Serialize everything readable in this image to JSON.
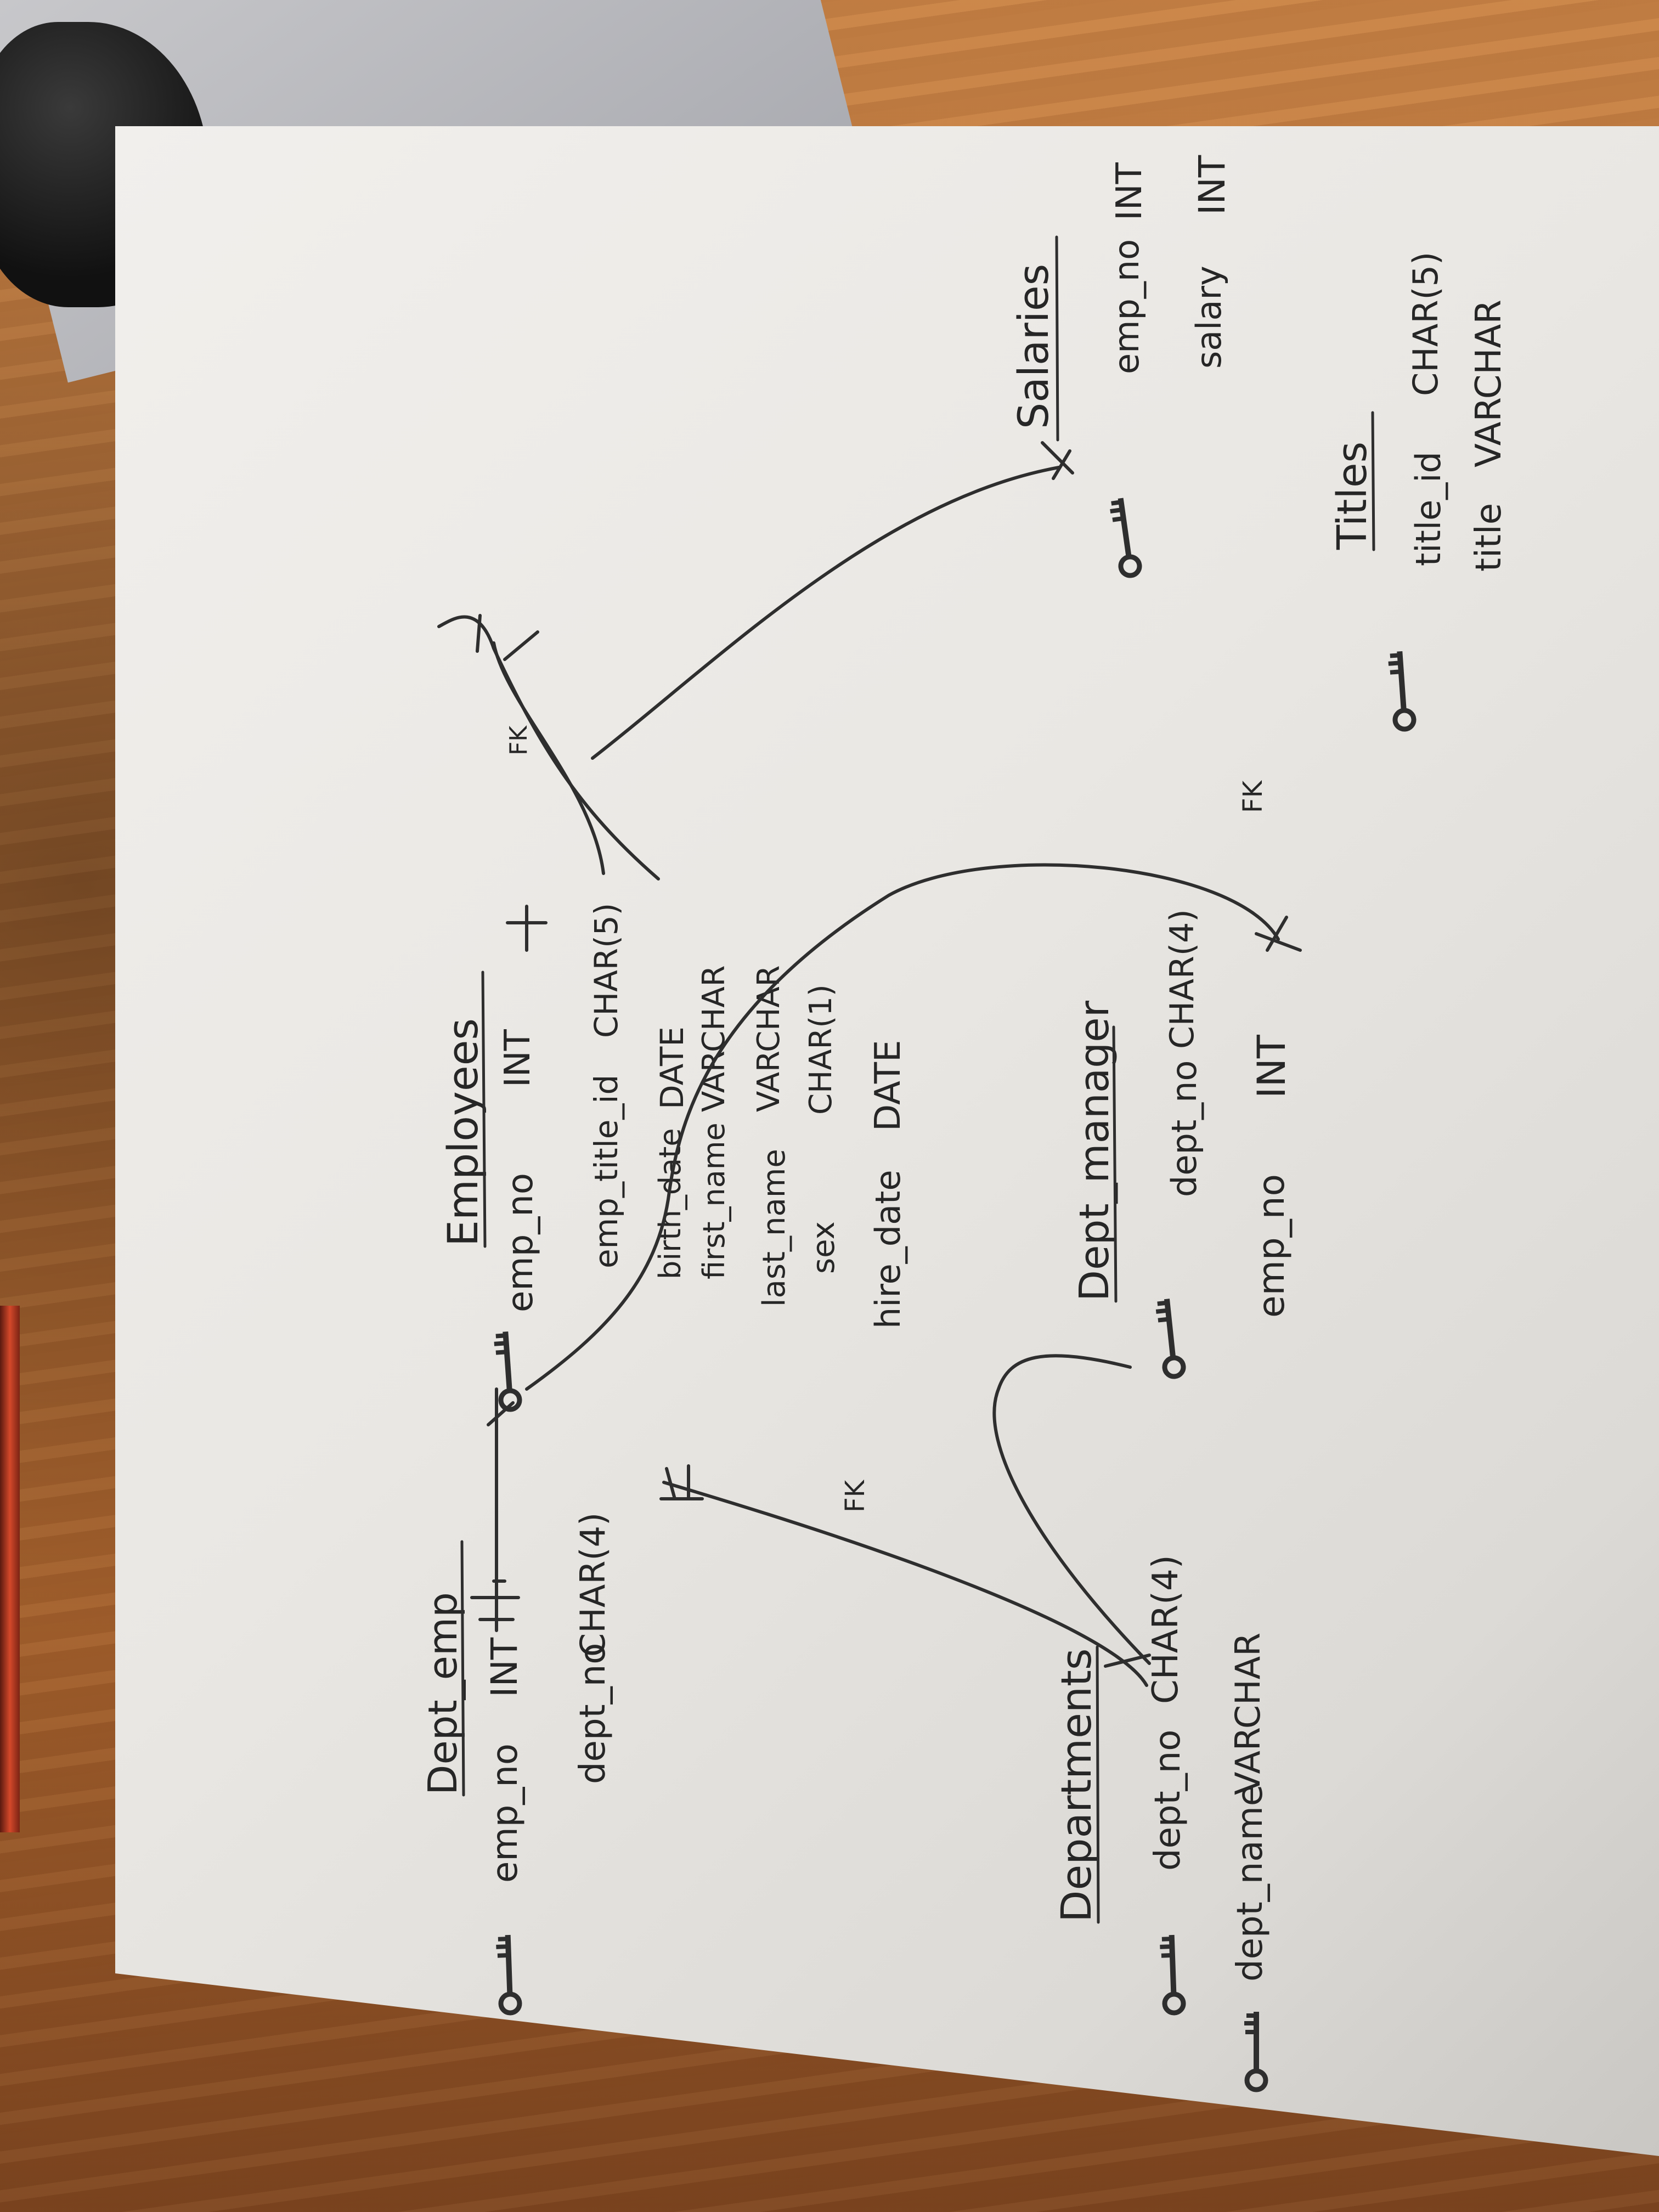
{
  "entities": {
    "dept_emp": {
      "title": "Dept_emp",
      "fields": [
        {
          "name": "emp_no",
          "type": "INT"
        },
        {
          "name": "dept_no",
          "type": "CHAR(4)"
        }
      ]
    },
    "departments": {
      "title": "Departments",
      "fields": [
        {
          "name": "dept_no",
          "type": "CHAR(4)"
        },
        {
          "name": "dept_name",
          "type": "VARCHAR"
        }
      ]
    },
    "employees": {
      "title": "Employees",
      "fields": [
        {
          "name": "emp_no",
          "type": "INT"
        },
        {
          "name": "emp_title_id",
          "type": "CHAR(5)"
        },
        {
          "name": "birth_date",
          "type": "DATE"
        },
        {
          "name": "first_name",
          "type": "VARCHAR"
        },
        {
          "name": "last_name",
          "type": "VARCHAR"
        },
        {
          "name": "sex",
          "type": "CHAR(1)"
        },
        {
          "name": "hire_date",
          "type": "DATE"
        }
      ]
    },
    "dept_manager": {
      "title": "Dept_manager",
      "fields": [
        {
          "name": "dept_no",
          "type": "CHAR(4)"
        },
        {
          "name": "emp_no",
          "type": "INT"
        }
      ]
    },
    "titles": {
      "title": "Titles",
      "fields": [
        {
          "name": "title_id",
          "type": "CHAR(5)"
        },
        {
          "name": "title",
          "type": "VARCHAR"
        }
      ]
    },
    "salaries": {
      "title": "Salaries",
      "fields": [
        {
          "name": "emp_no",
          "type": "INT"
        },
        {
          "name": "salary",
          "type": "INT"
        }
      ]
    }
  },
  "relationship_labels": {
    "fk_dept_emp": "FK",
    "fk_titles": "FK",
    "fk_dept_manager": "FK"
  },
  "icons": {
    "primary_key": "key-icon"
  },
  "colors": {
    "ink": "#2e2e2e",
    "paper": "#ecebe8"
  }
}
